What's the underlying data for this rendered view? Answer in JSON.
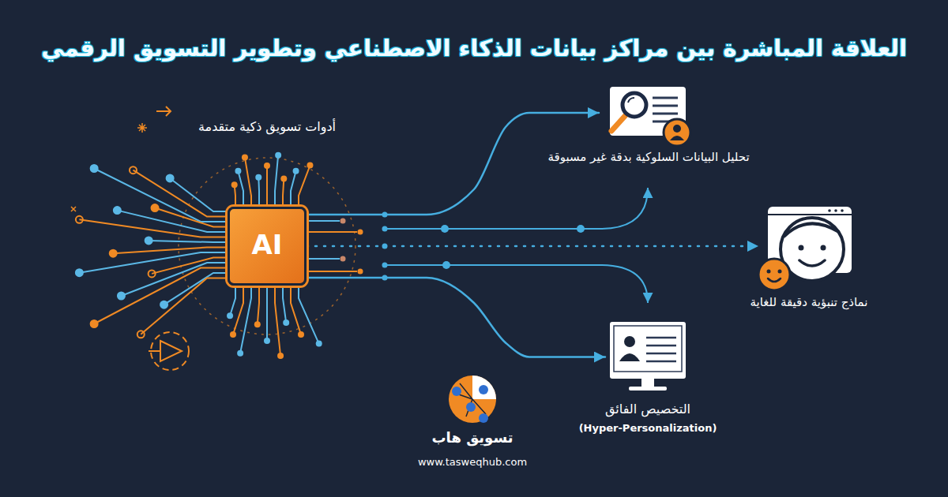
{
  "diagram": {
    "title": "العلاقة المباشرة بين مراكز بيانات الذكاء الاصطناعي وتطوير التسويق الرقمي",
    "nodes": [
      {
        "text": [
          "أدوات تسويق ذكية متقدمة",
          "AI"
        ]
      },
      {
        "text": [
          "تحليل البيانات السلوكية بدقة غير مسبوقة"
        ]
      },
      {
        "text": [
          "نماذج تنبؤية دقيقة للغاية"
        ]
      },
      {
        "text": [
          "التخصيص الفائق",
          "(Hyper-Personalization)"
        ]
      }
    ],
    "edges": [
      {
        "from": 0,
        "to": 1,
        "arrow": "to"
      },
      {
        "from": 0,
        "to": 2,
        "arrow": "to"
      },
      {
        "from": 0,
        "to": 3,
        "arrow": "to"
      }
    ],
    "labels": [
      "تسويق هاب",
      "www.tasweqhub.com"
    ]
  }
}
